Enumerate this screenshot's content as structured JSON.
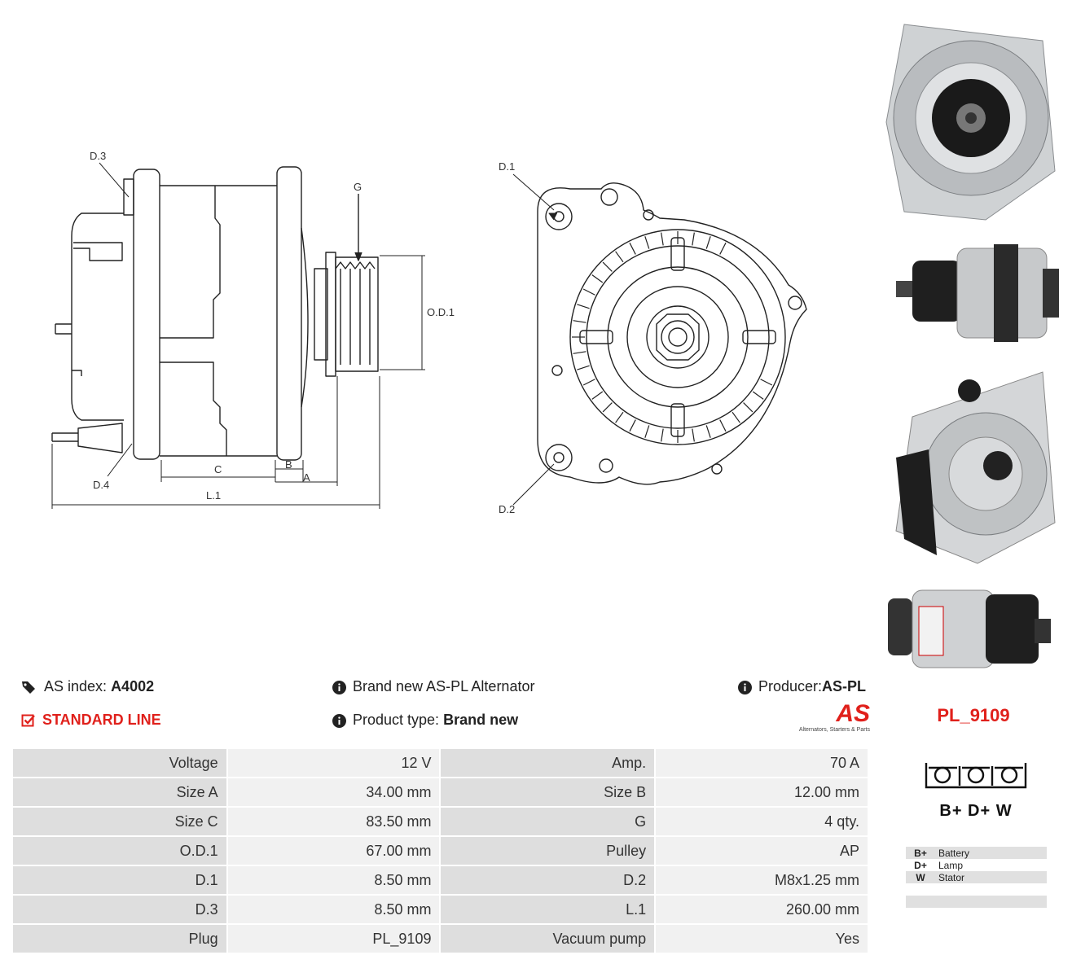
{
  "drawing_labels": {
    "d3": "D.3",
    "g": "G",
    "od1": "O.D.1",
    "d4": "D.4",
    "c": "C",
    "b": "B",
    "a": "A",
    "l1": "L.1",
    "d1": "D.1",
    "d2": "D.2"
  },
  "info": {
    "as_index_label": "AS index:",
    "as_index_value": "A4002",
    "brand_text": "Brand new AS-PL Alternator",
    "producer_label": "Producer:",
    "producer_value": "AS-PL",
    "line_label": "STANDARD LINE",
    "product_type_label": "Product type:",
    "product_type_value": "Brand new",
    "logo_text": "AS",
    "logo_tagline": "Alternators, Starters & Parts"
  },
  "specs": [
    {
      "k1": "Voltage",
      "v1": "12 V",
      "k2": "Amp.",
      "v2": "70 A"
    },
    {
      "k1": "Size A",
      "v1": "34.00 mm",
      "k2": "Size B",
      "v2": "12.00 mm"
    },
    {
      "k1": "Size C",
      "v1": "83.50 mm",
      "k2": "G",
      "v2": "4 qty."
    },
    {
      "k1": "O.D.1",
      "v1": "67.00 mm",
      "k2": "Pulley",
      "v2": "AP"
    },
    {
      "k1": "D.1",
      "v1": "8.50 mm",
      "k2": "D.2",
      "v2": "M8x1.25 mm"
    },
    {
      "k1": "D.3",
      "v1": "8.50 mm",
      "k2": "L.1",
      "v2": "260.00 mm"
    },
    {
      "k1": "Plug",
      "v1": "PL_9109",
      "k2": "Vacuum pump",
      "v2": "Yes"
    }
  ],
  "plug": {
    "id": "PL_9109",
    "terminals": "B+ D+ W",
    "legend": [
      {
        "code": "B+",
        "name": "Battery"
      },
      {
        "code": "D+",
        "name": "Lamp"
      },
      {
        "code": "W",
        "name": "Stator"
      },
      {
        "code": "",
        "name": ""
      },
      {
        "code": "",
        "name": ""
      }
    ]
  },
  "colors": {
    "accent": "#e0201b",
    "key_cell": "#dedede",
    "value_cell": "#f1f1f1"
  },
  "icons": [
    "tag-icon",
    "info-icon",
    "checkbox-icon"
  ]
}
